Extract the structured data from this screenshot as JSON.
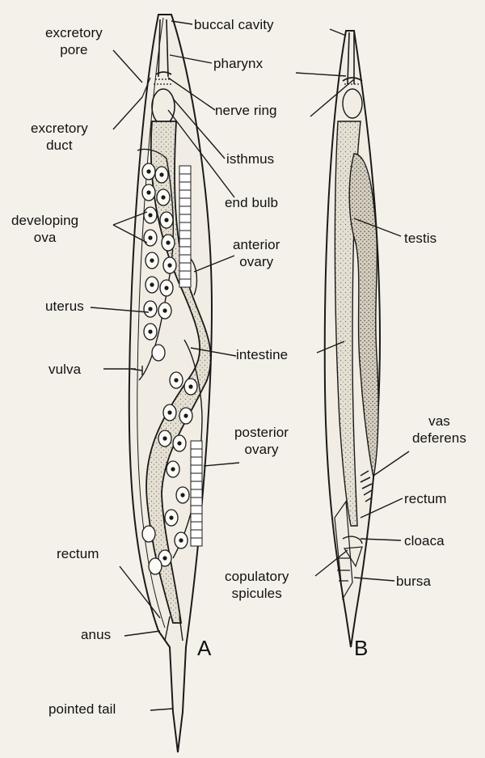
{
  "figure": {
    "panel_a": "A",
    "panel_b": "B",
    "colors": {
      "ink": "#1a1a1a",
      "paper": "#f4f1ea",
      "stipple": "#d9d3c6",
      "dot": "#555555"
    }
  },
  "labels_a": {
    "buccal_cavity": "buccal cavity",
    "excretory_pore": "excretory\npore",
    "pharynx": "pharynx",
    "nerve_ring": "nerve ring",
    "excretory_duct": "excretory\nduct",
    "isthmus": "isthmus",
    "end_bulb": "end bulb",
    "developing_ova": "developing\nova",
    "anterior_ovary": "anterior\novary",
    "uterus": "uterus",
    "intestine": "intestine",
    "vulva": "vulva",
    "posterior_ovary": "posterior\novary",
    "rectum": "rectum",
    "anus": "anus",
    "pointed_tail": "pointed tail"
  },
  "labels_b": {
    "testis": "testis",
    "vas_deferens": "vas\ndeferens",
    "rectum": "rectum",
    "cloaca": "cloaca",
    "copulatory_spicules": "copulatory\nspicules",
    "bursa": "bursa"
  }
}
